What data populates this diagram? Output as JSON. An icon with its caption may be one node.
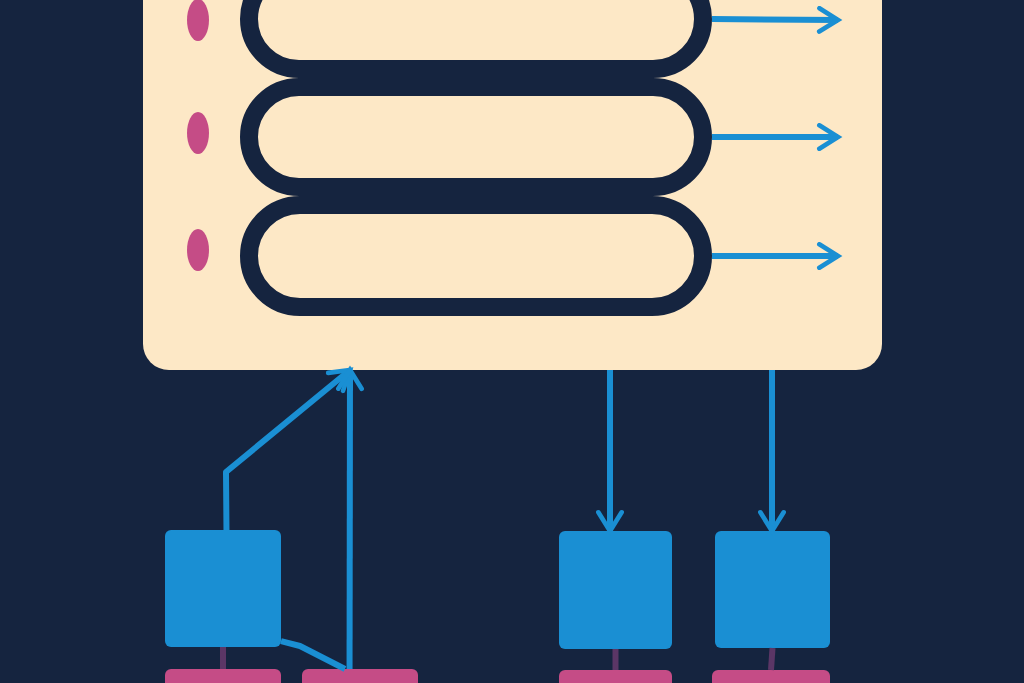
{
  "diagram": {
    "nodes": [
      {
        "text": [],
        "shape": "box"
      },
      {
        "text": [],
        "shape": "box",
        "in": 0
      },
      {
        "text": [],
        "shape": "box",
        "in": 0
      },
      {
        "text": [],
        "shape": "box",
        "in": 0
      },
      {
        "text": [],
        "shape": "box"
      },
      {
        "text": [],
        "shape": "box"
      },
      {
        "text": [],
        "shape": "box"
      },
      {
        "text": [],
        "shape": "bar"
      },
      {
        "text": [],
        "shape": "bar"
      },
      {
        "text": [],
        "shape": "bar"
      },
      {
        "text": [],
        "shape": "bar"
      }
    ],
    "edges": [
      {
        "from": 1,
        "to": null,
        "arrow": "to"
      },
      {
        "from": 2,
        "to": null,
        "arrow": "to"
      },
      {
        "from": 3,
        "to": null,
        "arrow": "to"
      },
      {
        "from": 4,
        "to": 0,
        "arrow": "to"
      },
      {
        "from": 8,
        "to": 0,
        "arrow": "to"
      },
      {
        "from": 0,
        "to": 5,
        "arrow": "to"
      },
      {
        "from": 0,
        "to": 6,
        "arrow": "to"
      },
      {
        "from": 4,
        "to": 8,
        "arrow": "none"
      },
      {
        "from": 4,
        "to": 7,
        "arrow": "none",
        "color": "#5b3666"
      },
      {
        "from": 5,
        "to": 9,
        "arrow": "none",
        "color": "#5b3666"
      },
      {
        "from": 6,
        "to": 10,
        "arrow": "none",
        "color": "#5b3666"
      }
    ]
  }
}
